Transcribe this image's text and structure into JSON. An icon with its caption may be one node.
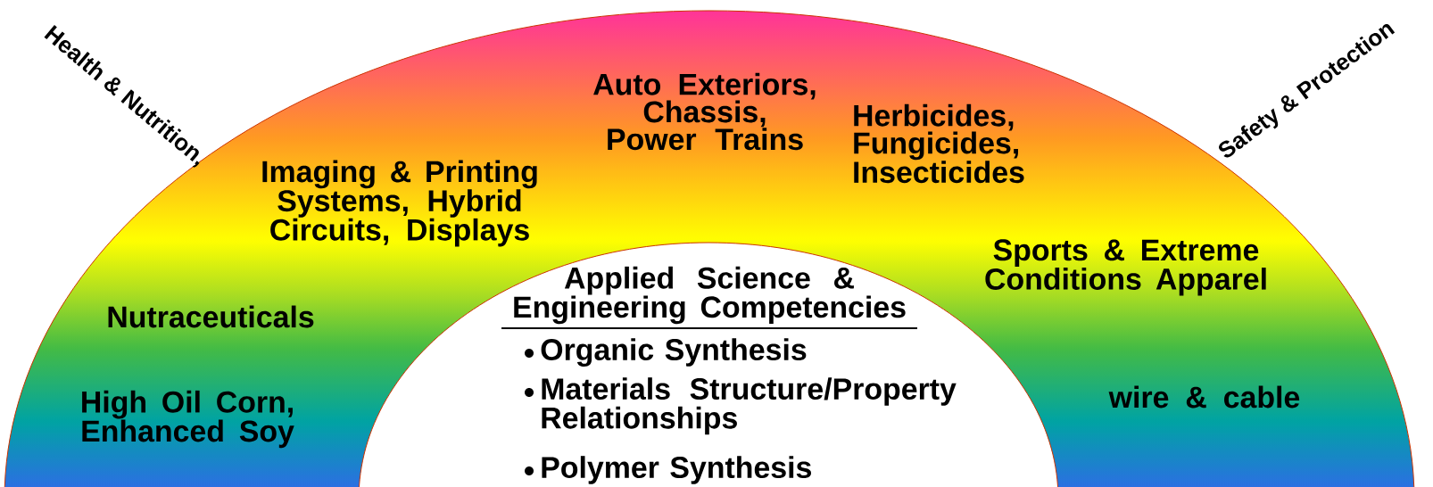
{
  "diagram": {
    "nodes": [
      {
        "text": [
          "Auto Exteriors, Chassis, Power Trains",
          "Imaging & Printing Systems, Hybrid Circuits, Displays",
          "Herbicides, Fungicides, Insecticides",
          "Sports & Extreme Conditions Apparel",
          "Nutraceuticals",
          "High Oil Corn, Enhanced Soy",
          "wire & cable"
        ]
      },
      {
        "text": [
          "Applied Science & Engineering Competencies",
          "Organic Synthesis",
          "Materials Structure/Property Relationships",
          "Polymer Synthesis"
        ],
        "in": 0
      }
    ],
    "labels": [
      "Health & Nutrition,",
      "Safety & Protection"
    ]
  }
}
